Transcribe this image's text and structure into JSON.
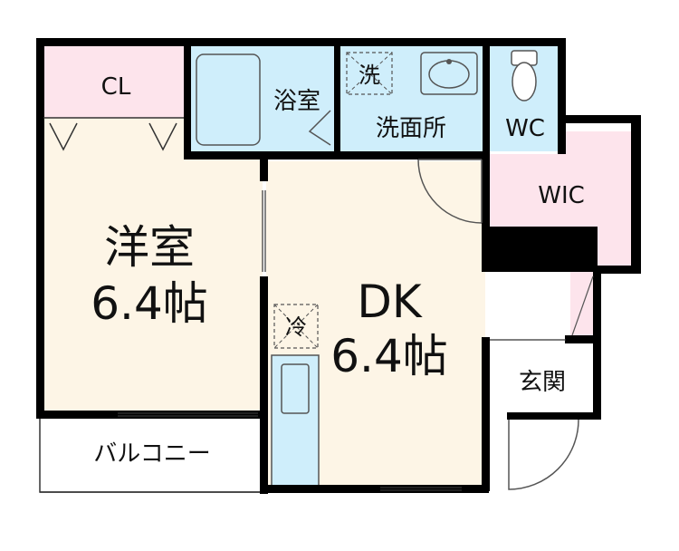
{
  "rooms": {
    "closet": "CL",
    "bath": "浴室",
    "laundry": "洗",
    "washroom": "洗面所",
    "toilet": "WC",
    "walk_in_closet": "WIC",
    "western_room_name": "洋室",
    "western_room_size": "6.4帖",
    "dk_name": "DK",
    "dk_size": "6.4帖",
    "fridge": "冷",
    "entrance": "玄関",
    "balcony": "バルコニー"
  },
  "colors": {
    "wall": "#000000",
    "wood_floor": "#fdf5e6",
    "wet_area": "#cfeefb",
    "storage": "#fde4ec",
    "entrance_floor": "#ffffff",
    "balcony": "#ffffff"
  }
}
